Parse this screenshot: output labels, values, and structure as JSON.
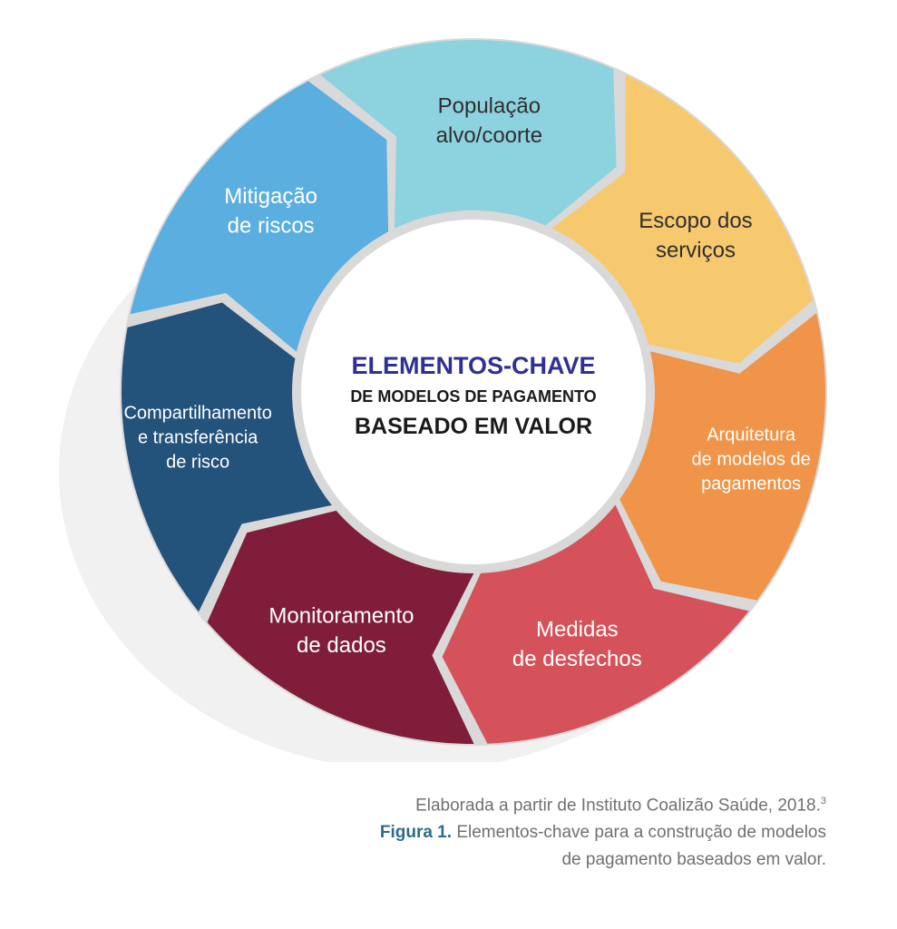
{
  "diagram": {
    "center": {
      "line1": "ELEMENTOS-CHAVE",
      "line2": "DE MODELOS DE PAGAMENTO",
      "line3": "BASEADO EM VALOR"
    },
    "segments": [
      {
        "lines": [
          "População",
          "alvo/coorte"
        ],
        "color": "#8dd3df"
      },
      {
        "lines": [
          "Escopo dos",
          "serviços"
        ],
        "color": "#f7c96e"
      },
      {
        "lines": [
          "Arquitetura",
          "de modelos de",
          "pagamentos"
        ],
        "color": "#ef9448"
      },
      {
        "lines": [
          "Medidas",
          "de desfechos"
        ],
        "color": "#d6525a"
      },
      {
        "lines": [
          "Monitoramento",
          "de dados"
        ],
        "color": "#7f1d3a"
      },
      {
        "lines": [
          "Compartilhamento",
          "e transferência",
          "de risco"
        ],
        "color": "#23527a"
      },
      {
        "lines": [
          "Mitigação",
          "de riscos"
        ],
        "color": "#5aaee0"
      }
    ]
  },
  "caption": {
    "source": "Elaborada a partir de Instituto Coalizão Saúde, 2018.",
    "source_ref": "3",
    "figure_label": "Figura 1.",
    "figure_text_line1": "Elementos-chave para a construção de modelos",
    "figure_text_line2": "de pagamento baseados em valor."
  }
}
